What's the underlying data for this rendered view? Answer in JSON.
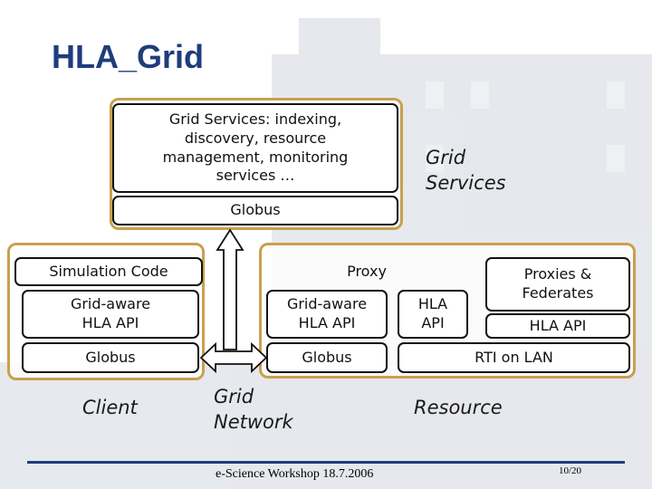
{
  "slide": {
    "title": "HLA_Grid",
    "footer": "e-Science Workshop 18.7.2006",
    "page_number": "10/20"
  },
  "grid_services": {
    "box_text": "Grid Services: indexing, discovery, resource management, monitoring services …",
    "globus": "Globus",
    "label": "Grid Services"
  },
  "client": {
    "simulation_code": "Simulation Code",
    "api": "Grid-aware HLA API",
    "globus": "Globus",
    "label": "Client"
  },
  "network": {
    "label": "Grid Network"
  },
  "resource": {
    "proxy": "Proxy",
    "proxy_api": "Grid-aware HLA API",
    "proxy_globus": "Globus",
    "hla_api": "HLA API",
    "proxies_federates": "Proxies & Federates",
    "federates_api": "HLA API",
    "rti": "RTI on LAN",
    "label": "Resource"
  },
  "colors": {
    "title": "#1f3d7a",
    "frame": "#c9a04e",
    "footer_line": "#1f3d7a"
  }
}
